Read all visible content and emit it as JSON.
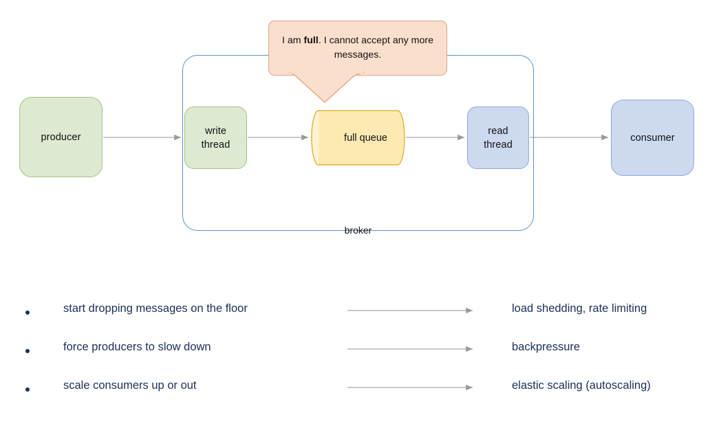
{
  "diagram": {
    "nodes": {
      "producer": "producer",
      "write_thread": "write\nthread",
      "write_thread_line1": "write",
      "write_thread_line2": "thread",
      "queue_line1": "full",
      "queue_line2": "queue",
      "read_thread_line1": "read",
      "read_thread_line2": "thread",
      "consumer": "consumer"
    },
    "broker_label": "broker",
    "speech_bubble": {
      "text_before": "I am ",
      "emphasis": "full",
      "text_after": ". I cannot accept any more messages."
    },
    "colors": {
      "green_fill": "#dde9d1",
      "green_border": "#a4c285",
      "blue_fill": "#ccd9ef",
      "blue_border": "#8faadc",
      "queue_fill": "#fdeab2",
      "queue_border": "#e3b23c",
      "bubble_fill": "#fadfcd",
      "bubble_border": "#e4a180",
      "broker_border": "#5b8fc9",
      "arrow_gray": "#a6a6a6",
      "text_navy": "#1b2f58"
    }
  },
  "strategies": [
    {
      "bullet": "•",
      "action": "start dropping messages on the floor",
      "result": "load shedding, rate limiting"
    },
    {
      "bullet": "•",
      "action": "force producers to slow down",
      "result": "backpressure"
    },
    {
      "bullet": "•",
      "action": "scale consumers up or out",
      "result": "elastic scaling (autoscaling)"
    }
  ]
}
